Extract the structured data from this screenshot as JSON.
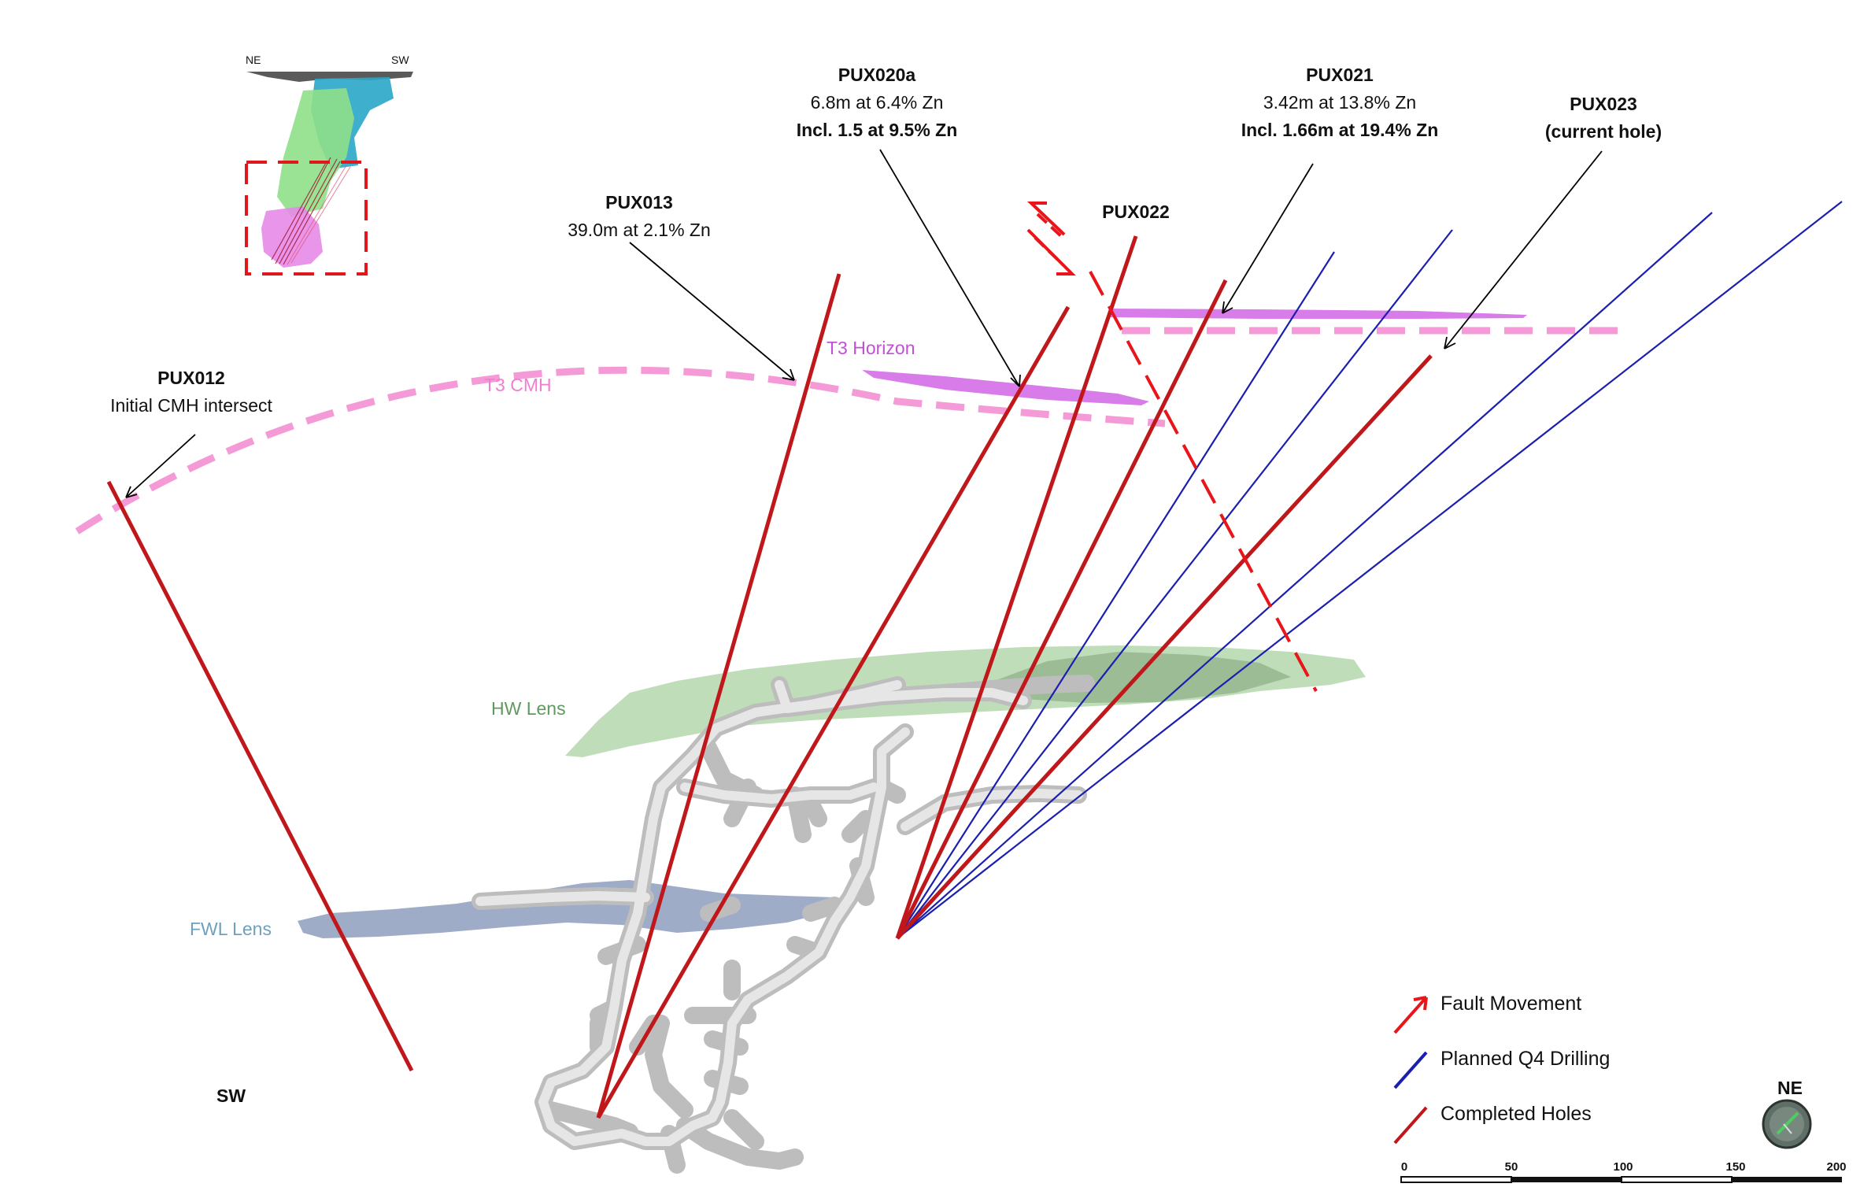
{
  "colors": {
    "completed_hole": "#c0171b",
    "planned_hole": "#1b1fb0",
    "fault": "#e8161b",
    "t3_cmh": "#f49ad7",
    "t3_horizon": "#d77ce8",
    "hw_lens": "#8cc08c",
    "fwl_lens": "#7d8fb3",
    "workings": "#d9d9d9"
  },
  "inset": {
    "left_label": "NE",
    "right_label": "SW"
  },
  "labels": {
    "pux012": {
      "name": "PUX012",
      "line2": "Initial CMH intersect"
    },
    "pux013": {
      "name": "PUX013",
      "line2": "39.0m at 2.1% Zn"
    },
    "pux020a": {
      "name": "PUX020a",
      "line2": "6.8m at 6.4% Zn",
      "line3": "Incl. 1.5 at 9.5% Zn"
    },
    "pux021": {
      "name": "PUX021",
      "line2": "3.42m at 13.8% Zn",
      "line3": "Incl. 1.66m at 19.4% Zn"
    },
    "pux022": {
      "name": "PUX022"
    },
    "pux023": {
      "name": "PUX023",
      "line2": "(current hole)"
    },
    "t3_cmh": "T3 CMH",
    "t3_horizon": "T3 Horizon",
    "hw_lens": "HW Lens",
    "fwl_lens": "FWL Lens",
    "sw": "SW",
    "ne": "NE"
  },
  "legend": [
    {
      "label": "Fault Movement",
      "icon": "fault-arrow-icon"
    },
    {
      "label": "Planned Q4 Drilling",
      "icon": "blue-line-icon"
    },
    {
      "label": "Completed Holes",
      "icon": "red-line-icon"
    }
  ],
  "scale_bar": {
    "ticks": [
      "0",
      "50",
      "100",
      "150",
      "200"
    ]
  }
}
